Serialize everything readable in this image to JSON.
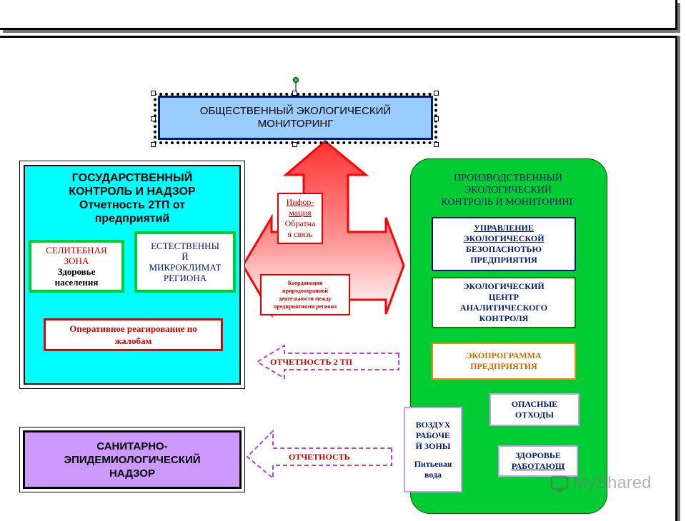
{
  "top_box": {
    "line1": "ОБЩЕСТВЕННЫЙ ЭКОЛОГИЧЕСКИЙ",
    "line2": "МОНИТОРИНГ"
  },
  "state_box": {
    "line1": "ГОСУДАРСТВЕННЫЙ",
    "line2": "КОНТРОЛЬ И НАДЗОР",
    "line3": "Отчетность 2ТП от",
    "line4": "предприятий",
    "residential": {
      "line1": "СЕЛИТЕБНАЯ",
      "line2": "ЗОНА",
      "line3": "Здоровье",
      "line4": "населения"
    },
    "microclimate": {
      "line1": "ЕСТЕСТВЕННЫ",
      "line2": "Й",
      "line3": "МИКРОКЛИМАТ",
      "line4": "РЕГИОНА"
    },
    "complaints": {
      "line1": "Оперативное реагирование по",
      "line2": "жалобам"
    }
  },
  "sanitary_box": {
    "line1": "САНИТАРНО-",
    "line2": "ЭПИДЕМИОЛОГИЧЕСКИЙ",
    "line3": "НАДЗОР"
  },
  "production_box": {
    "line1": "ПРОИЗВОДСТВЕННЫЙ",
    "line2": "ЭКОЛОГИЧЕСКИЙ",
    "line3": "КОНТРОЛЬ И МОНИТОРИНГ",
    "management": {
      "line1": "УПРАВЛЕНИЕ",
      "line2": "ЭКОЛОГИЧЕСКОЙ",
      "line3": "БЕЗОПАСНОТЬЮ",
      "line4": "ПРЕДПРИЯТИЯ"
    },
    "eco_center": {
      "line1": "ЭКОЛОГИЧЕСКИЙ",
      "line2": "ЦЕНТР",
      "line3": "АНАЛИТИЧЕСКОГО",
      "line4": "КОНТРОЛЯ"
    },
    "eco_program": {
      "line1": "ЭКОПРОГРАММА",
      "line2": "ПРЕДПРИЯТИЯ"
    },
    "workzone": {
      "line1": "ВОЗДУХ",
      "line2": "РАБОЧЕ",
      "line3": "Й ЗОНЫ",
      "line4": "Питьевая",
      "line5": "вода"
    },
    "hazardous_waste": {
      "line1": "ОПАСНЫЕ",
      "line2": "ОТХОДЫ"
    },
    "worker_health": {
      "line1": "ЗДОРОВЬЕ",
      "line2": "РАБОТАЮЩ"
    }
  },
  "arrow_labels": {
    "info": {
      "line1": "Инфор-",
      "line2": "мация",
      "line3": "Обратна",
      "line4": "я связь"
    },
    "coordination": {
      "line1": "Координация",
      "line2": "природоохранной",
      "line3": "деятельности между",
      "line4": "предприятиями региона"
    },
    "report_2tp": "ОТЧЕТНОСТЬ 2 ТП",
    "report": "ОТЧЕТНОСТЬ"
  },
  "watermark": "MyShared",
  "colors": {
    "cyan": "#00ffff",
    "light_blue": "#99ccff",
    "green": "#00cc33",
    "lilac": "#cc99ff",
    "red": "#e00000",
    "purple_dash": "#c040c0"
  }
}
